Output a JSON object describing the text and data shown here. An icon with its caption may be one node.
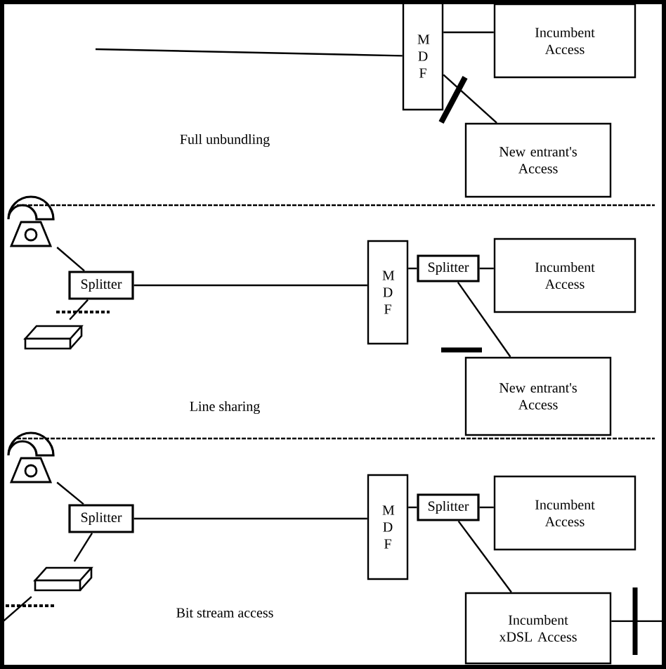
{
  "diagram": {
    "nodes": [
      {
        "text": [
          "M D F"
        ]
      },
      {
        "text": [
          "Incumbent Access"
        ]
      },
      {
        "text": [
          "New entrant's Access"
        ]
      },
      {
        "text": [],
        "shape": "telephone"
      },
      {
        "text": [
          "Splitter"
        ]
      },
      {
        "text": [],
        "shape": "modem"
      },
      {
        "text": [
          "M D F"
        ]
      },
      {
        "text": [
          "Splitter"
        ]
      },
      {
        "text": [
          "Incumbent Access"
        ]
      },
      {
        "text": [
          "New entrant's Access"
        ]
      },
      {
        "text": [],
        "shape": "telephone"
      },
      {
        "text": [
          "Splitter"
        ]
      },
      {
        "text": [],
        "shape": "modem"
      },
      {
        "text": [
          "M D F"
        ]
      },
      {
        "text": [
          "Splitter"
        ]
      },
      {
        "text": [
          "Incumbent Access"
        ]
      },
      {
        "text": [
          "Incumbent xDSL Access"
        ]
      }
    ],
    "edges": [
      {
        "from": null,
        "to": 0,
        "arrow": "none"
      },
      {
        "from": 0,
        "to": 1,
        "arrow": "none"
      },
      {
        "from": 0,
        "to": 2,
        "arrow": "none"
      },
      {
        "from": 3,
        "to": 4,
        "arrow": "none"
      },
      {
        "from": 4,
        "to": 5,
        "arrow": "none"
      },
      {
        "from": 4,
        "to": 6,
        "arrow": "none"
      },
      {
        "from": 6,
        "to": 7,
        "arrow": "none"
      },
      {
        "from": 7,
        "to": 8,
        "arrow": "none"
      },
      {
        "from": 7,
        "to": 9,
        "arrow": "none"
      },
      {
        "from": 10,
        "to": 11,
        "arrow": "none"
      },
      {
        "from": 11,
        "to": 12,
        "arrow": "none"
      },
      {
        "from": 11,
        "to": 13,
        "arrow": "none"
      },
      {
        "from": 13,
        "to": 14,
        "arrow": "none"
      },
      {
        "from": 14,
        "to": 15,
        "arrow": "none"
      },
      {
        "from": 14,
        "to": 16,
        "arrow": "none"
      },
      {
        "from": 12,
        "to": null,
        "arrow": "none"
      },
      {
        "from": 16,
        "to": null,
        "arrow": "none"
      }
    ],
    "labels": [
      "Full unbundling",
      "Line sharing",
      "Bit stream access"
    ]
  }
}
